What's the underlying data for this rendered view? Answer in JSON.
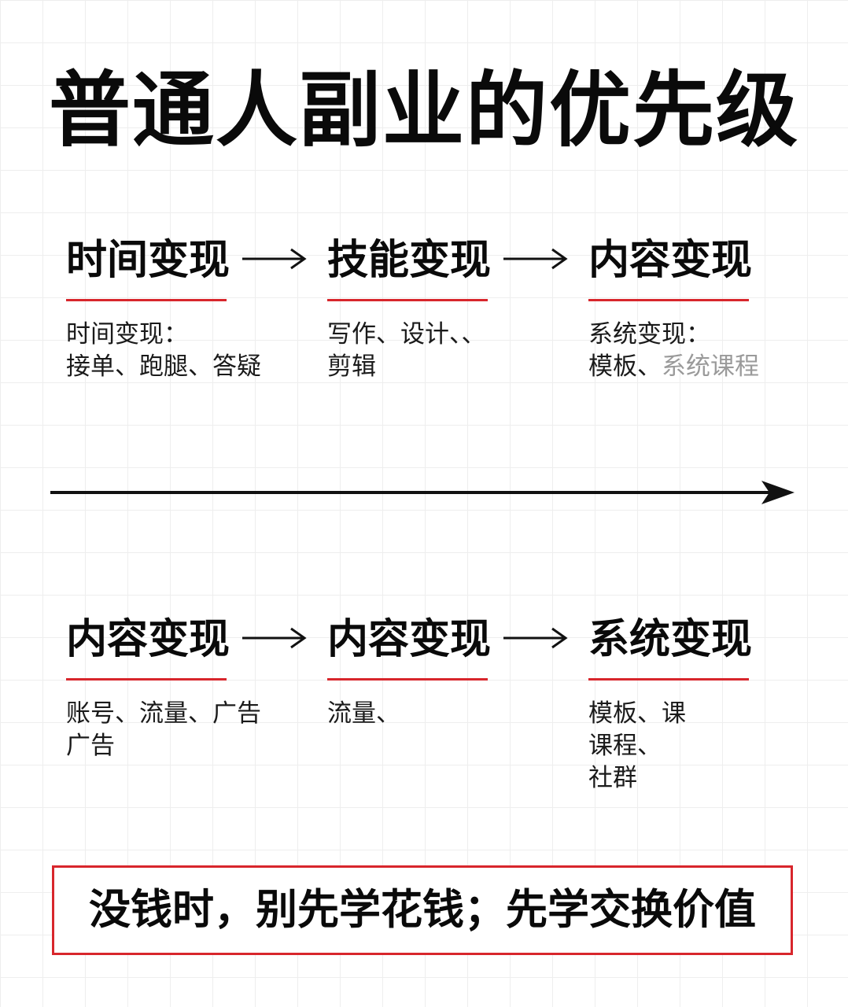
{
  "title": "普通人副业的优先级",
  "row1": {
    "stages": [
      {
        "heading": "时间变现",
        "lines": [
          "时间变现：",
          "接单、跑腿、答疑"
        ]
      },
      {
        "heading": "技能变现",
        "lines": [
          "写作、设计、、",
          "剪辑"
        ]
      },
      {
        "heading": "内容变现",
        "lines": [
          "系统变现：",
          "模板、"
        ],
        "faded_suffix": "系统课程"
      }
    ]
  },
  "row2": {
    "stages": [
      {
        "heading": "内容变现",
        "lines": [
          "账号、流量、广告",
          "广告"
        ]
      },
      {
        "heading": "内容变现",
        "lines": [
          "流量、"
        ]
      },
      {
        "heading": "系统变现",
        "lines": [
          "模板、课",
          "课程、",
          "社群"
        ]
      }
    ]
  },
  "slogan": "没钱时，别先学花钱；先学交换价值",
  "colors": {
    "accent_red": "#d8262c",
    "text": "#0a0a0a",
    "grid": "#eeeeee",
    "background": "#ffffff"
  },
  "icons": {
    "flow_arrow": "right-arrow-icon",
    "timeline": "long-right-arrow-icon"
  }
}
